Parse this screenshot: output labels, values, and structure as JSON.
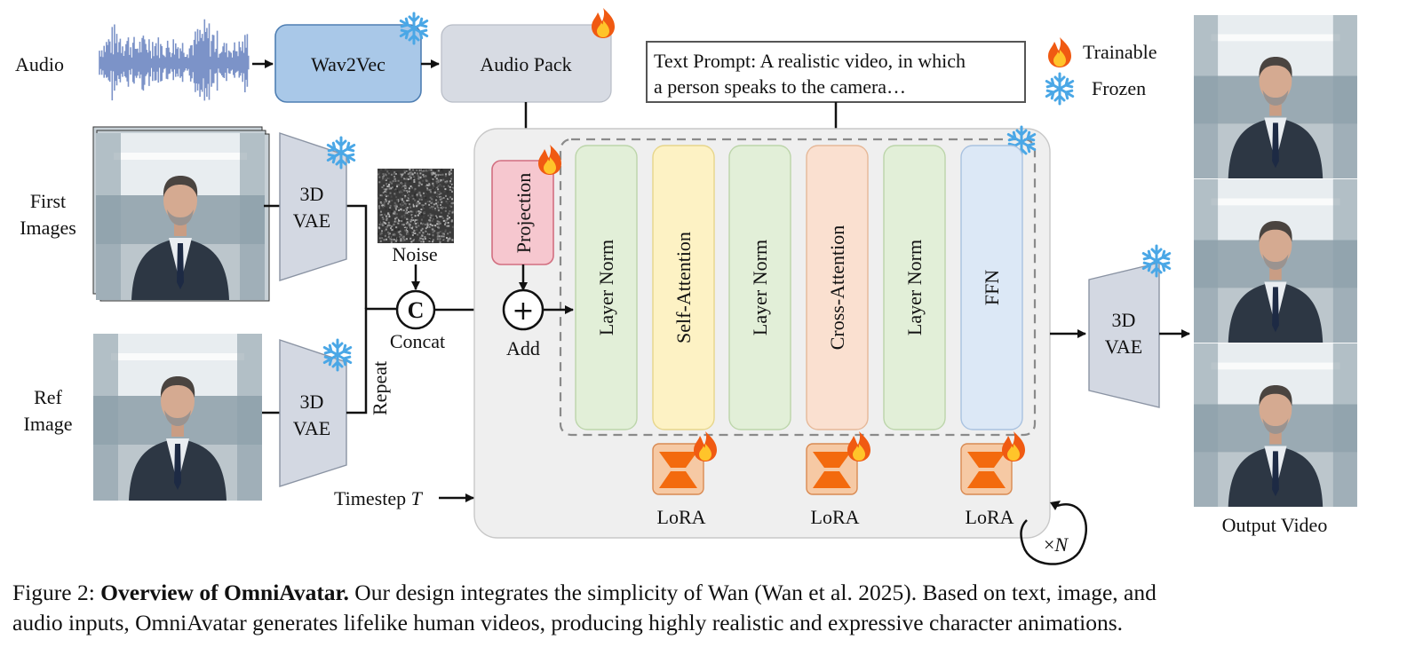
{
  "inputs": {
    "audio": "Audio",
    "first_images": [
      "First",
      "Images"
    ],
    "ref_image": [
      "Ref",
      "Image"
    ],
    "noise": "Noise",
    "timestep_prefix": "Timestep",
    "timestep_symbol": "T"
  },
  "modules": {
    "wav2vec": "Wav2Vec",
    "audio_pack": "Audio Pack",
    "vae_line1": "3D",
    "vae_line2": "VAE",
    "projection": "Projection",
    "concat_symbol": "C",
    "concat": "Concat",
    "add_symbol": "+",
    "add": "Add",
    "repeat": "Repeat",
    "layers": [
      "Layer Norm",
      "Self-Attention",
      "Layer Norm",
      "Cross-Attention",
      "Layer Norm",
      "FFN"
    ],
    "lora": "LoRA",
    "times_n_prefix": "×",
    "times_n_symbol": "N"
  },
  "text_prompt": [
    "Text Prompt: A realistic video, in which",
    "a person speaks to the camera…"
  ],
  "legend": {
    "trainable": "Trainable",
    "frozen": "Frozen"
  },
  "output": {
    "label": "Output Video"
  },
  "caption": {
    "prefix": "Figure 2: ",
    "title": "Overview of OmniAvatar.",
    "line1_rest": " Our design integrates the simplicity of Wan (Wan et al. 2025). Based on text, image, and",
    "line2": "audio inputs, OmniAvatar generates lifelike human videos, producing highly realistic and expressive character animations."
  },
  "colors": {
    "wav2vec_fill": "#a9c8e8",
    "wav2vec_stroke": "#4f7fb3",
    "audio_pack_fill": "#d7dbe3",
    "vae_fill": "#d3d8e2",
    "projection_fill": "#f6c7cf",
    "projection_stroke": "#d26f80",
    "layer_norm_fill": "#e2efd8",
    "self_attn_fill": "#fdf2c4",
    "cross_attn_fill": "#fae0d0",
    "ffn_fill": "#dce8f6",
    "lora_fill": "#f6c9a4",
    "lora_shape": "#f36a0e",
    "backbone_fill": "#efefef",
    "audio_wave": "#7c93c8"
  },
  "icons": [
    "snowflake-icon",
    "flame-icon",
    "person-photo"
  ]
}
